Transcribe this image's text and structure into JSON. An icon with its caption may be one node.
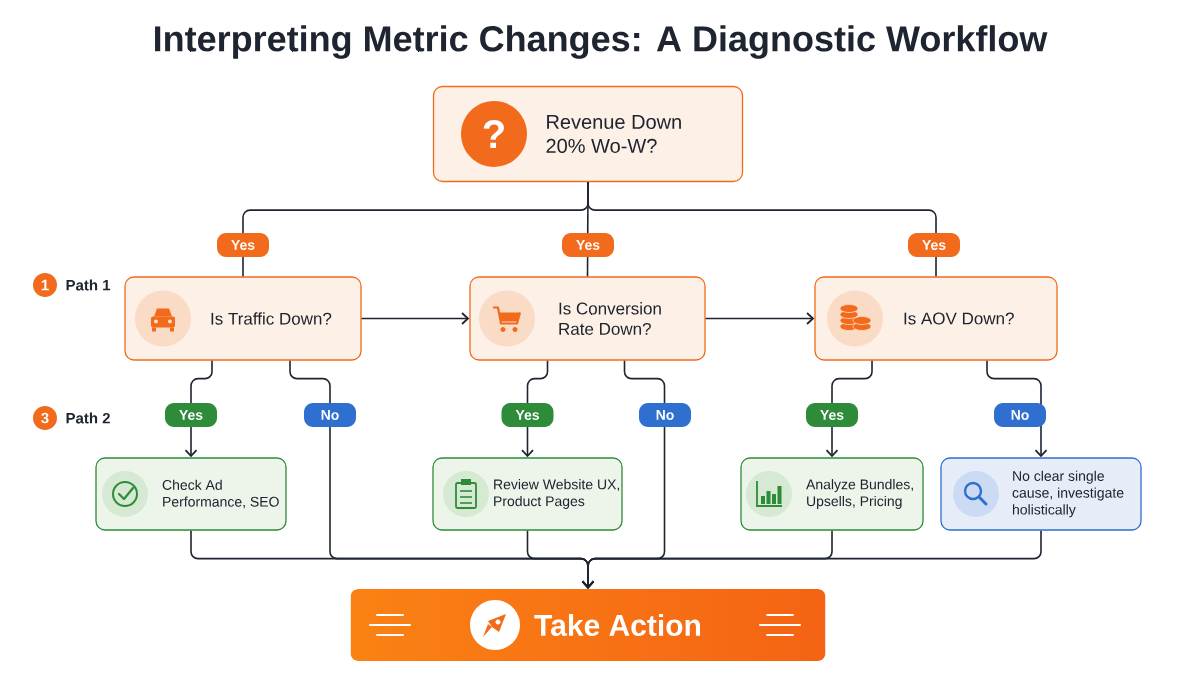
{
  "diagram": {
    "title": "Interpreting Metric Changes: A Diagnostic Workflow",
    "nodes": [
      {
        "text": [
          "?",
          "Revenue Down 20% Wo-W?"
        ]
      },
      {
        "text": [
          "Is Traffic Down?"
        ]
      },
      {
        "text": [
          "Is Conversion Rate Down?"
        ]
      },
      {
        "text": [
          "Is AOV Down?"
        ]
      },
      {
        "text": [
          "Check Ad Performance, SEO"
        ]
      },
      {
        "text": [
          "Review Website UX, Product Pages"
        ]
      },
      {
        "text": [
          "Analyze Bundles, Upsells, Pricing"
        ]
      },
      {
        "text": [
          "No clear single cause, investigate holistically"
        ]
      },
      {
        "text": [
          "Take Action"
        ]
      }
    ],
    "edges": [
      {
        "from": 0,
        "to": 1,
        "arrow": "none",
        "label": "Yes"
      },
      {
        "from": 0,
        "to": 2,
        "arrow": "none",
        "label": "Yes"
      },
      {
        "from": 0,
        "to": 3,
        "arrow": "none",
        "label": "Yes"
      },
      {
        "from": 1,
        "to": 2,
        "arrow": "to"
      },
      {
        "from": 2,
        "to": 3,
        "arrow": "to"
      },
      {
        "from": 1,
        "to": 4,
        "arrow": "to",
        "label": "Yes"
      },
      {
        "from": 1,
        "to": 8,
        "arrow": "to",
        "label": "No"
      },
      {
        "from": 2,
        "to": 5,
        "arrow": "to",
        "label": "Yes"
      },
      {
        "from": 2,
        "to": 8,
        "arrow": "to",
        "label": "No"
      },
      {
        "from": 3,
        "to": 6,
        "arrow": "to",
        "label": "Yes"
      },
      {
        "from": 3,
        "to": 7,
        "arrow": "to",
        "label": "No"
      },
      {
        "from": 4,
        "to": 8,
        "arrow": "to"
      },
      {
        "from": 5,
        "to": 8,
        "arrow": "to"
      },
      {
        "from": 6,
        "to": 8,
        "arrow": "to"
      },
      {
        "from": 7,
        "to": 8,
        "arrow": "to"
      }
    ],
    "labels": [
      "1",
      "Path 1",
      "3",
      "Path 2"
    ]
  }
}
